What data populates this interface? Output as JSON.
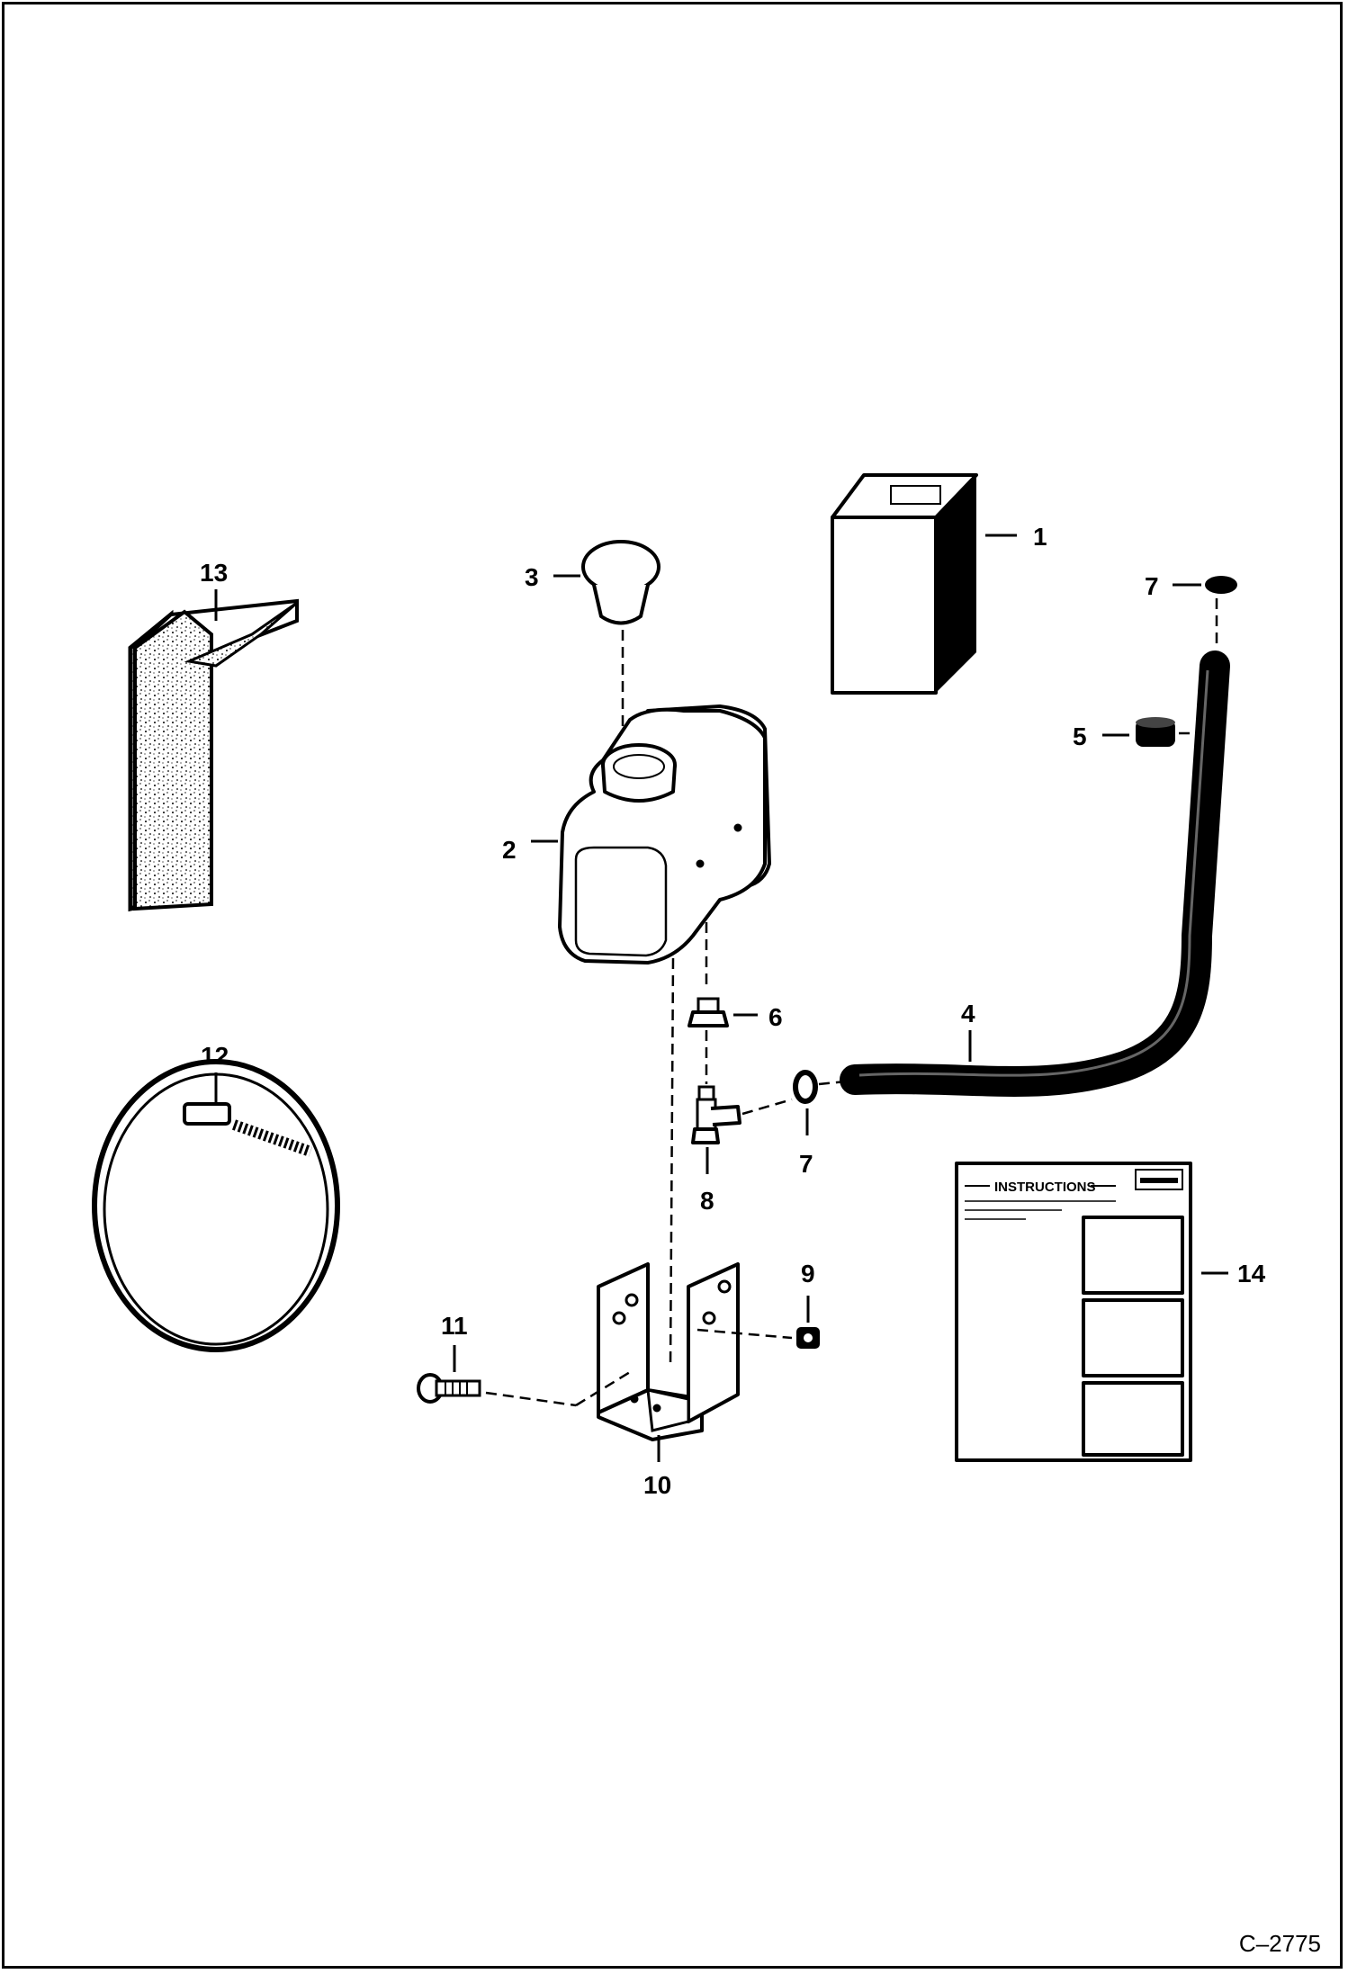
{
  "figure_id": "C–2775",
  "callouts": {
    "c1": "1",
    "c2": "2",
    "c3": "3",
    "c4": "4",
    "c5": "5",
    "c6": "6",
    "c7a": "7",
    "c7b": "7",
    "c8": "8",
    "c9": "9",
    "c10": "10",
    "c11": "11",
    "c12": "12",
    "c13": "13",
    "c14": "14"
  },
  "instructions_sheet": {
    "title": "INSTRUCTIONS"
  }
}
